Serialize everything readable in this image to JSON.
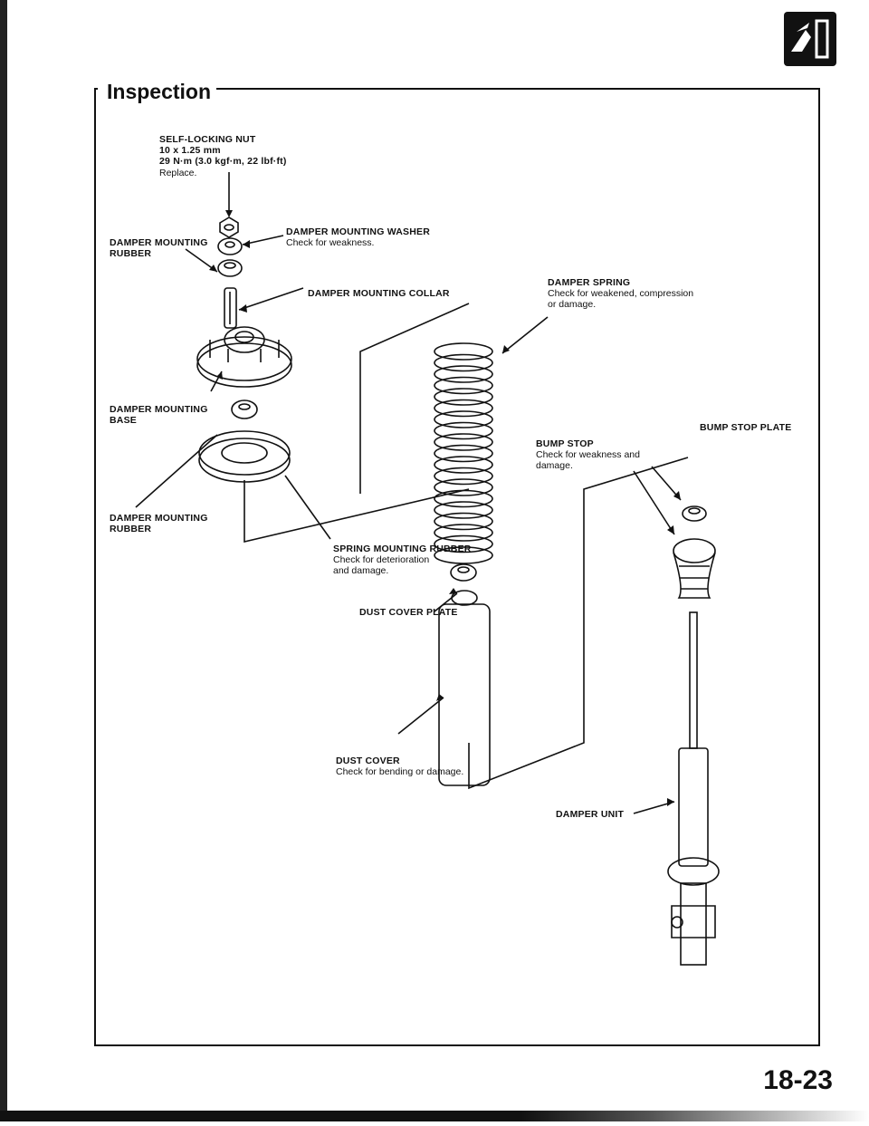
{
  "header": {
    "title": "Inspection",
    "page_number": "18-23",
    "emblem_icon": "suspension-emblem-icon"
  },
  "labels": {
    "nut": "SELF-LOCKING NUT\n10 x 1.25 mm\n29 N·m (3.0 kgf·m, 22 lbf·ft)",
    "nut_note": "Replace.",
    "upper_rubber": "DAMPER MOUNTING\nRUBBER",
    "washer": "DAMPER MOUNTING WASHER",
    "washer_note": "Check for weakness.",
    "collar": "DAMPER MOUNTING COLLAR",
    "spring": "DAMPER SPRING",
    "spring_note": "Check for weakened, compression\nor damage.",
    "base": "DAMPER MOUNTING\nBASE",
    "bump_stop_plate": "BUMP STOP PLATE",
    "bump_stop": "BUMP STOP",
    "bump_stop_note": "Check for weakness and\ndamage.",
    "lower_rubber": "DAMPER MOUNTING\nRUBBER",
    "spring_rubber": "SPRING MOUNTING RUBBER",
    "spring_rubber_note": "Check for deterioration\nand damage.",
    "dust_plate": "DUST COVER PLATE",
    "dust_cover": "DUST COVER",
    "dust_cover_note": "Check for bending or damage.",
    "damper_unit": "DAMPER UNIT"
  }
}
